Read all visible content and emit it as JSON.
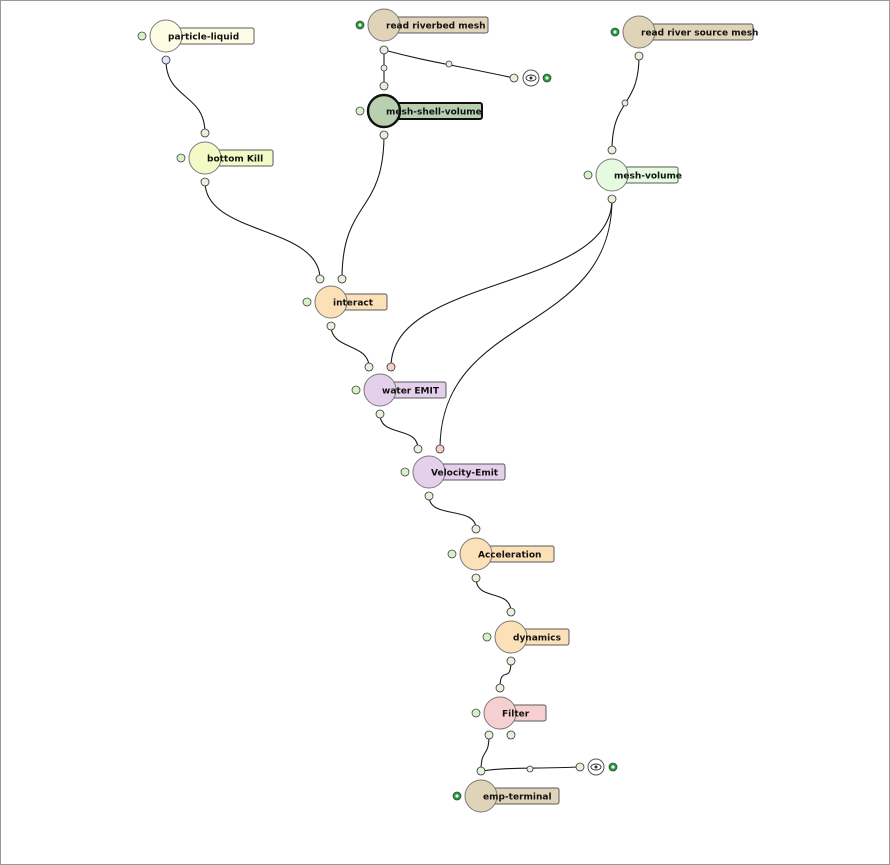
{
  "graph": {
    "nodes": [
      {
        "id": "particle-liquid",
        "label": "particle-liquid",
        "color": "#fdfde6",
        "flag": "#d8f0c8"
      },
      {
        "id": "read-riverbed-mesh",
        "label": "read riverbed mesh",
        "color": "#e0d4b8",
        "flag": "#1e9e3c",
        "display": true
      },
      {
        "id": "read-river-source-mesh",
        "label": "read river source mesh",
        "color": "#e0d4b8",
        "flag": "#1e9e3c",
        "display": true
      },
      {
        "id": "mesh-shell-volume",
        "label": "mesh-shell-volume",
        "color": "#b8cfb0",
        "flag": "#d8f0c8",
        "selected": true
      },
      {
        "id": "bottom-kill",
        "label": "bottom Kill",
        "color": "#f4fac6",
        "flag": "#d8f0c8"
      },
      {
        "id": "mesh-volume",
        "label": "mesh-volume",
        "color": "#e6fae0",
        "flag": "#d8f0c8"
      },
      {
        "id": "interact",
        "label": "interact",
        "color": "#fce0b8",
        "flag": "#d8f0c8"
      },
      {
        "id": "water-emit",
        "label": "water EMIT",
        "color": "#e4d0ea",
        "flag": "#d8f0c8"
      },
      {
        "id": "velocity-emit",
        "label": "Velocity-Emit",
        "color": "#e4d0ea",
        "flag": "#d8f0c8"
      },
      {
        "id": "acceleration",
        "label": "Acceleration",
        "color": "#fce0b8",
        "flag": "#d8f0c8"
      },
      {
        "id": "dynamics",
        "label": "dynamics",
        "color": "#fce0b8",
        "flag": "#d8f0c8"
      },
      {
        "id": "filter",
        "label": "Filter",
        "color": "#f6d0d0",
        "flag": "#d8f0c8"
      },
      {
        "id": "emp-terminal",
        "label": "emp-terminal",
        "color": "#e0d4b8",
        "flag": "#1e9e3c",
        "display": true
      }
    ],
    "connections": [
      {
        "from": "particle-liquid",
        "to": "bottom-kill"
      },
      {
        "from": "read-riverbed-mesh",
        "to": "mesh-shell-volume"
      },
      {
        "from": "read-river-source-mesh",
        "to": "mesh-volume"
      },
      {
        "from": "bottom-kill",
        "to": "interact"
      },
      {
        "from": "mesh-shell-volume",
        "to": "interact"
      },
      {
        "from": "interact",
        "to": "water-emit"
      },
      {
        "from": "mesh-volume",
        "to": "water-emit"
      },
      {
        "from": "water-emit",
        "to": "velocity-emit"
      },
      {
        "from": "mesh-volume",
        "to": "velocity-emit"
      },
      {
        "from": "velocity-emit",
        "to": "acceleration"
      },
      {
        "from": "acceleration",
        "to": "dynamics"
      },
      {
        "from": "dynamics",
        "to": "filter"
      },
      {
        "from": "filter",
        "to": "emp-terminal"
      }
    ],
    "colors": {
      "wire": "#1a1a1a",
      "port": "#e8f0dc",
      "port_special": "#f6d0c8",
      "port_blue": "#dce8f8",
      "display_flag_on": "#1e9e3c",
      "border": "#9a9a9a"
    }
  }
}
